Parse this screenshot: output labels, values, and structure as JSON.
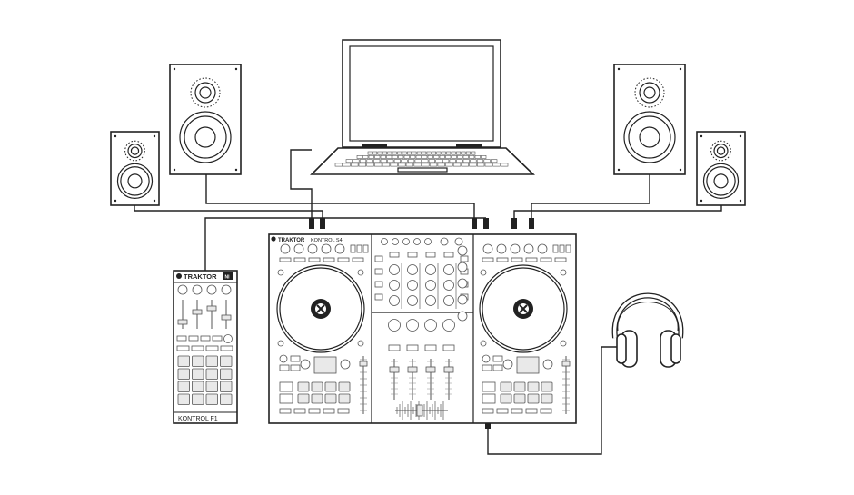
{
  "title": "",
  "devices": {
    "controller": {
      "brand": "TRAKTOR",
      "model": "KONTROL S4"
    },
    "f1": {
      "brand": "TRAKTOR",
      "model": "KONTROL F1",
      "logo_text": "NI"
    }
  },
  "icons": [
    "laptop-icon",
    "speaker-icon",
    "headphones-icon",
    "jog-wheel-icon",
    "cable-icon"
  ],
  "colors": {
    "line": "#222222",
    "background": "#ffffff",
    "panel_shade": "#e9e9e9"
  }
}
